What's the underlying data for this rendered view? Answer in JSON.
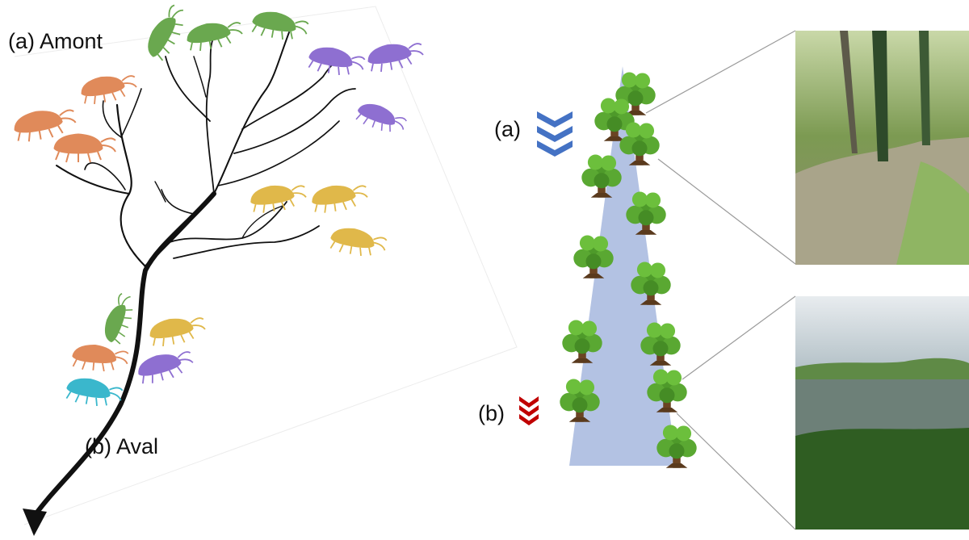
{
  "labels": {
    "amont": "(a) Amont",
    "aval": "(b) Aval",
    "a": "(a)",
    "b": "(b)"
  },
  "colors": {
    "river_branch": "#111111",
    "river_cone": "#b3c2e3",
    "upstream_chevron": "#4472c4",
    "downstream_chevron": "#c00000",
    "tree_canopy": "#4e9a2a",
    "tree_trunk": "#6b4423",
    "gammarus_green": "#6aa84f",
    "gammarus_purple": "#8e6fd1",
    "gammarus_orange": "#e08a5a",
    "gammarus_yellow": "#e0b84a",
    "gammarus_cyan": "#3ab7cc",
    "connector_lines": "#9a9a9a"
  },
  "icons": {
    "organism": "amphipod-icon",
    "tree": "tree-icon",
    "flow_upstream": "chevron-down-triple-icon",
    "flow_downstream": "chevron-down-triple-icon"
  },
  "photos": {
    "upstream": "upstream-stream-photo",
    "downstream": "downstream-river-photo"
  }
}
